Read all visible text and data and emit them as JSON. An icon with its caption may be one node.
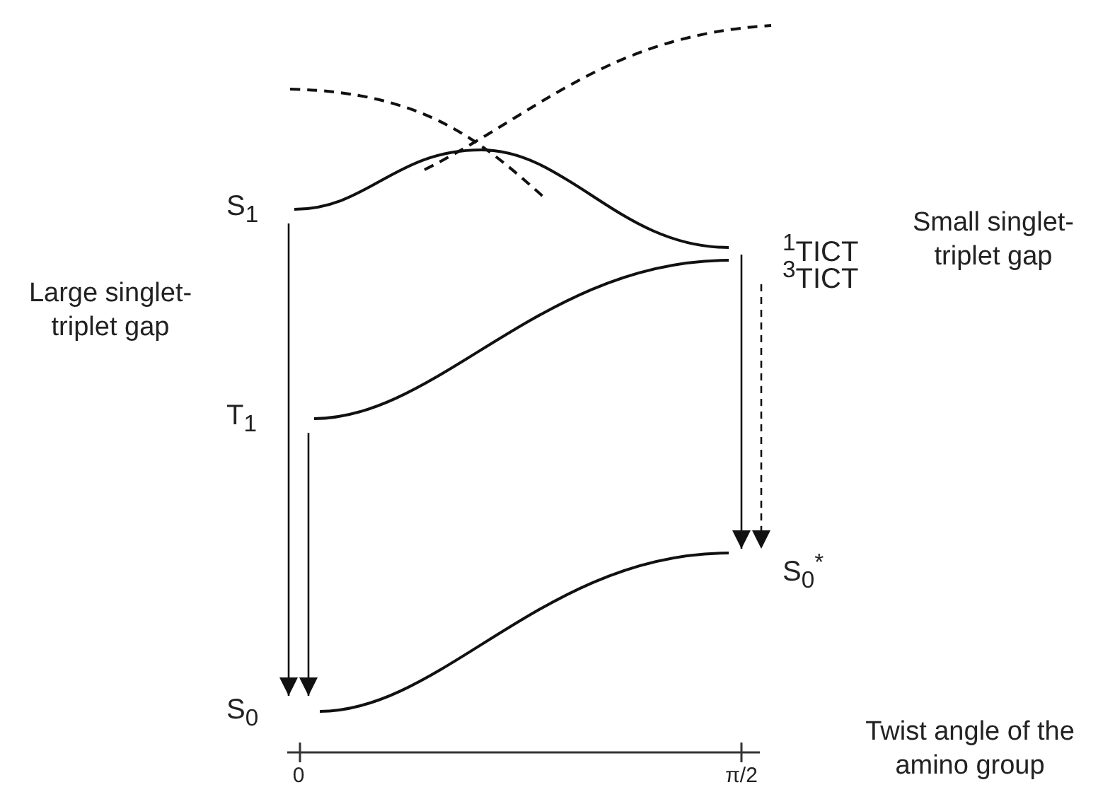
{
  "diagram": {
    "nodes": [
      {
        "text": [
          "S$_{1}$"
        ]
      },
      {
        "text": [
          "T$_{1}$"
        ]
      },
      {
        "text": [
          "S$_{0}$"
        ]
      },
      {
        "text": [
          "$^{1}$TICT"
        ]
      },
      {
        "text": [
          "$^{3}$TICT"
        ]
      },
      {
        "text": [
          "S$_{0}$$^{*}$"
        ]
      }
    ],
    "edges": [
      {
        "from": 0,
        "to": 2,
        "arrow": "to"
      },
      {
        "from": 1,
        "to": 2,
        "arrow": "to"
      },
      {
        "from": 3,
        "to": 5,
        "arrow": "to"
      },
      {
        "from": 4,
        "to": 5,
        "arrow": "to",
        "style": "dashed"
      },
      {
        "from": 0,
        "to": 3,
        "arrow": "none"
      },
      {
        "from": 1,
        "to": 4,
        "arrow": "none"
      },
      {
        "from": 2,
        "to": 5,
        "arrow": "none"
      }
    ],
    "labels": [
      "Large singlet-triplet gap",
      "Small singlet-triplet gap",
      "0",
      "π/2",
      "Twist angle of the amino group"
    ]
  }
}
